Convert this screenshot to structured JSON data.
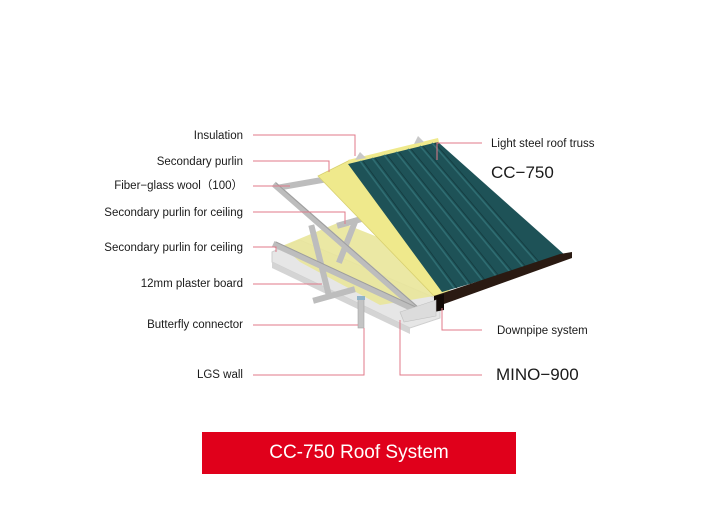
{
  "diagram": {
    "title": "CC-750 Roof System",
    "colors": {
      "banner": "#e0001b",
      "leader_line": "#e07a8a",
      "roof_panel": "#1e5257",
      "insulation": "#eee88a",
      "gutter": "#2a1a12",
      "steel": "#c9c9c9"
    },
    "left_labels": [
      {
        "text": "Insulation"
      },
      {
        "text": "Secondary purlin"
      },
      {
        "text": "Fiber−glass wool（100）"
      },
      {
        "text": "Secondary purlin for ceiling"
      },
      {
        "text": "Secondary purlin for ceiling"
      },
      {
        "text": "12mm plaster board"
      },
      {
        "text": "Butterfly connector"
      },
      {
        "text": "LGS wall"
      }
    ],
    "right_labels": [
      {
        "text": "Light steel roof truss"
      },
      {
        "text": "CC−750"
      },
      {
        "text": "Downpipe system"
      },
      {
        "text": "MINO−900"
      }
    ]
  }
}
